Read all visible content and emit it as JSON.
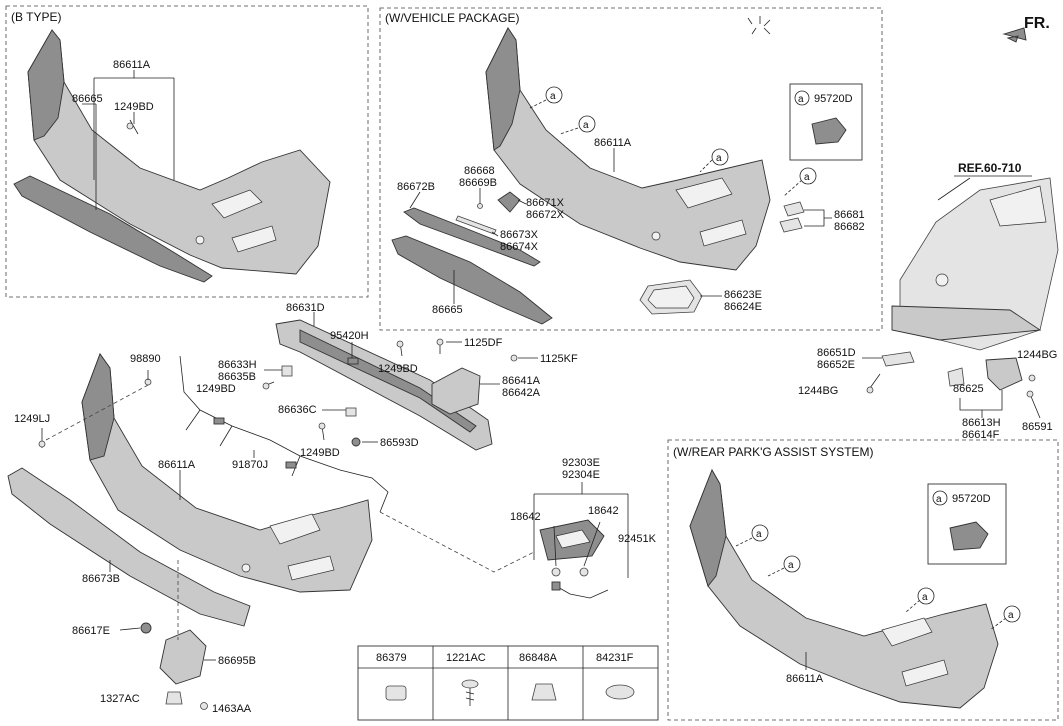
{
  "boxes": {
    "b_type": "(B TYPE)",
    "vehicle_package": "(W/VEHICLE PACKAGE)",
    "rear_park_assist": "(W/REAR PARK'G ASSIST SYSTEM)"
  },
  "ref_label": "REF.60-710",
  "front_label": "FR.",
  "circle_marker": "a",
  "parts": {
    "p86611A": "86611A",
    "p86665": "86665",
    "p1249BD": "1249BD",
    "p95720D": "95720D",
    "p86668": "86668",
    "p86669B": "86669B",
    "p86672B": "86672B",
    "p86671X": "86671X",
    "p86672X": "86672X",
    "p86673X": "86673X",
    "p86674X": "86674X",
    "p86681": "86681",
    "p86682": "86682",
    "p86623E": "86623E",
    "p86624E": "86624E",
    "p86631D": "86631D",
    "p95420H": "95420H",
    "p1125DF": "1125DF",
    "p1125KF": "1125KF",
    "p98890": "98890",
    "p86633H": "86633H",
    "p86635B": "86635B",
    "p86641A": "86641A",
    "p86642A": "86642A",
    "p1249LJ": "1249LJ",
    "p86636C": "86636C",
    "p86593D": "86593D",
    "p91870J": "91870J",
    "p92303E": "92303E",
    "p92304E": "92304E",
    "p18642": "18642",
    "p92451K": "92451K",
    "p86673B": "86673B",
    "p86617E": "86617E",
    "p86695B": "86695B",
    "p1327AC": "1327AC",
    "p1463AA": "1463AA",
    "p86651D": "86651D",
    "p86652E": "86652E",
    "p1244BG": "1244BG",
    "p86625": "86625",
    "p86613H": "86613H",
    "p86614F": "86614F",
    "p86591": "86591"
  },
  "table": {
    "headers": [
      "86379",
      "1221AC",
      "86848A",
      "84231F"
    ]
  }
}
